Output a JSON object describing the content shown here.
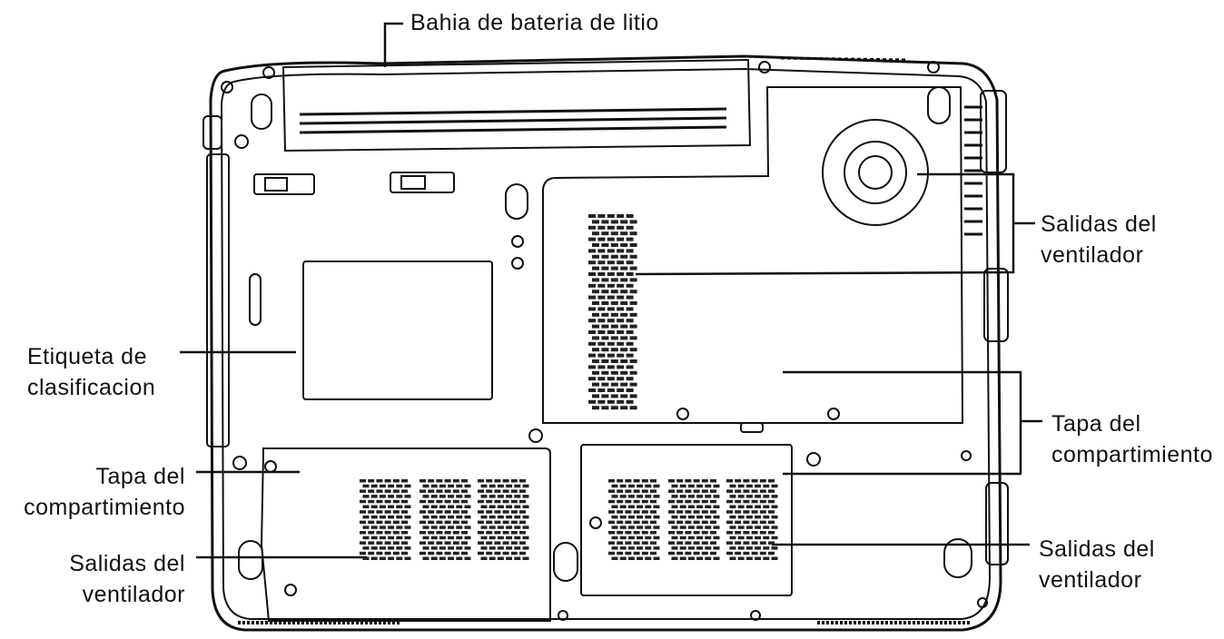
{
  "colors": {
    "line": "#111111",
    "background": "#ffffff"
  },
  "labels": {
    "battery_bay": "Bahia de bateria de litio",
    "fan_vents_right_top": [
      "Salidas del",
      "ventilador"
    ],
    "rating_label": [
      "Etiqueta de",
      "clasificacion"
    ],
    "compartment_cover_right": [
      "Tapa del",
      "compartimiento"
    ],
    "compartment_cover_left": [
      "Tapa del",
      "compartimiento"
    ],
    "fan_vents_left_bottom": [
      "Salidas del",
      "ventilador"
    ],
    "fan_vents_right_bottom": [
      "Salidas del",
      "ventilador"
    ]
  }
}
